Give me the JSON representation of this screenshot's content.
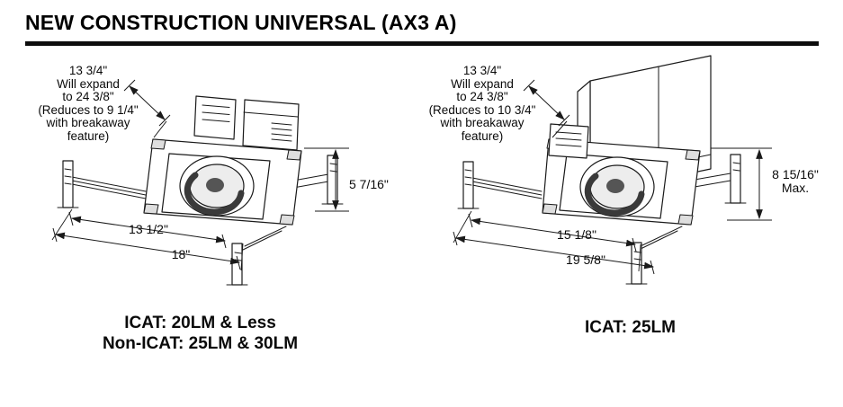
{
  "title": "NEW CONSTRUCTION UNIVERSAL (AX3 A)",
  "left": {
    "note_lines": [
      "13 3/4\"",
      "Will expand",
      "to 24 3/8\"",
      "(Reduces to 9 1/4\"",
      "with breakaway",
      "feature)"
    ],
    "height": "5 7/16\"",
    "width_inner": "13 1/2\"",
    "width_outer": "18\"",
    "caption_lines": [
      "ICAT: 20LM & Less",
      "Non-ICAT: 25LM & 30LM"
    ]
  },
  "right": {
    "note_lines": [
      "13 3/4\"",
      "Will expand",
      "to 24 3/8\"",
      "(Reduces to 10 3/4\"",
      "with breakaway",
      "feature)"
    ],
    "height": "8 15/16\"",
    "height_qualifier": "Max.",
    "width_inner": "15 1/8\"",
    "width_outer": "19 5/8\"",
    "caption_lines": [
      "ICAT: 25LM"
    ]
  },
  "colors": {
    "line": "#1a1a1a",
    "text": "#000000",
    "background": "#ffffff"
  }
}
